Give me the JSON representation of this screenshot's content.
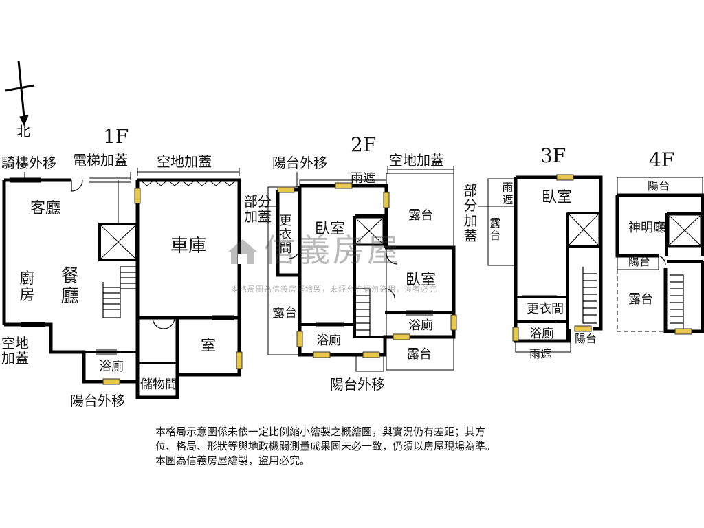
{
  "compass": {
    "north": "北"
  },
  "floor1": {
    "title": "1F",
    "arcade_move": "騎樓外移",
    "elevator_add": "電梯加蓋",
    "open_land_add": "空地加蓋",
    "living_room": "客廳",
    "kitchen": "廚房",
    "dining_room": "餐廳",
    "garage": "車庫",
    "room": "室",
    "bath": "浴廁",
    "storage": "儲物間",
    "open_land_add_side": "空地加蓋",
    "balcony_move": "陽台外移"
  },
  "floor2": {
    "title": "2F",
    "balcony_move_top": "陽台外移",
    "canopy": "雨遮",
    "open_land_add": "空地加蓋",
    "partial_add": "部分加蓋",
    "closet": "更衣間",
    "bedroom_left": "臥室",
    "bedroom_right": "臥室",
    "terrace_top": "露台",
    "terrace_left": "露台",
    "terrace_bottom": "露台",
    "bath_left": "浴廁",
    "bath_right": "浴廁",
    "balcony_move_bottom": "陽台外移"
  },
  "floor3": {
    "title": "3F",
    "canopy_left": "雨遮",
    "terrace": "露台",
    "partial_add": "部分加蓋",
    "bedroom": "臥室",
    "closet": "更衣間",
    "bath": "浴廁",
    "balcony": "陽台",
    "canopy_bottom": "雨遮"
  },
  "floor4": {
    "title": "4F",
    "balcony_top": "陽台",
    "shrine": "神明廳",
    "balcony_mid": "陽台",
    "terrace": "露台"
  },
  "watermark": {
    "brand": "信義房屋",
    "sub": "本格局圖為信義房屋繪製，未經允許請勿盜用，違者必究"
  },
  "disclaimer": {
    "line1": "本格局示意圖係未依一定比例縮小繪製之概繪圖，與實況仍有差距；其方",
    "line2": "位、格局、形狀等與地政機關測量成果圖未必一致，仍須以房屋現場為準。",
    "line3": "本圖為信義房屋繪製，盜用必究。"
  }
}
